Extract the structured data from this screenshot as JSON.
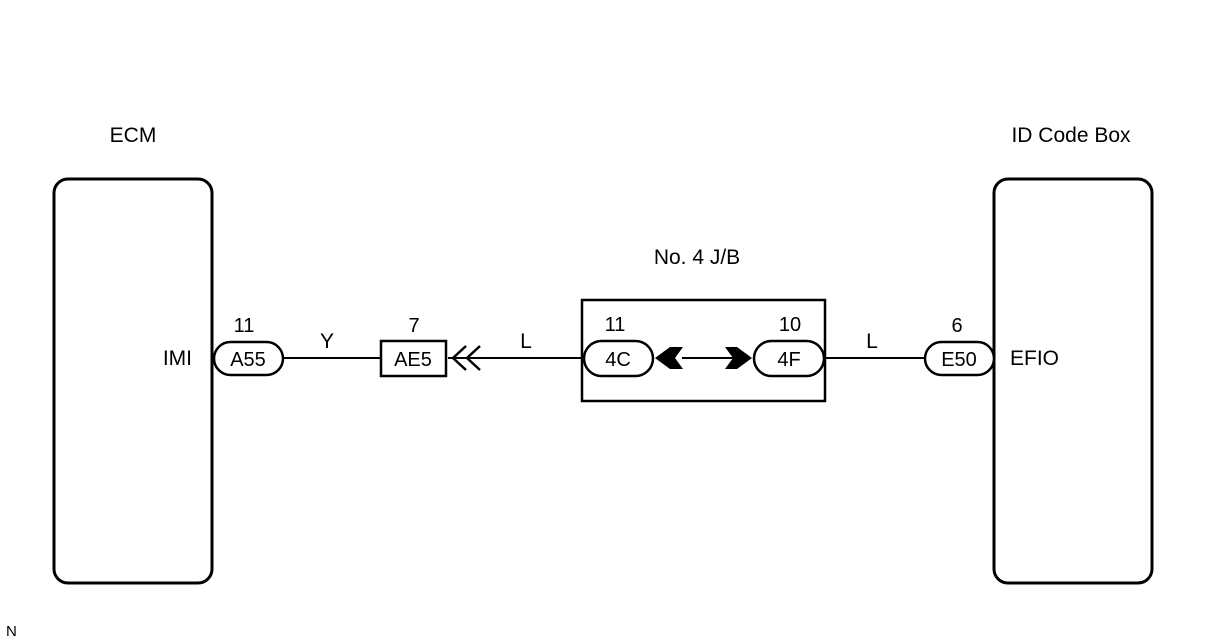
{
  "components": {
    "ecm": {
      "label": "ECM",
      "pin_name": "IMI"
    },
    "id_code_box": {
      "label": "ID Code Box",
      "pin_name": "EFIO"
    },
    "junction_block": {
      "label": "No. 4 J/B"
    }
  },
  "connectors": {
    "a55": {
      "code": "A55",
      "pin": "11"
    },
    "ae5": {
      "code": "AE5",
      "pin": "7"
    },
    "jb_4c": {
      "code": "4C",
      "pin": "11"
    },
    "jb_4f": {
      "code": "4F",
      "pin": "10"
    },
    "e50": {
      "code": "E50",
      "pin": "6"
    }
  },
  "wires": {
    "ecm_to_ae5": {
      "color_code": "Y"
    },
    "ae5_to_jb": {
      "color_code": "L"
    },
    "jb_to_idbox": {
      "color_code": "L"
    }
  },
  "corner_mark": "N",
  "colors": {
    "line": "#000000",
    "background": "#ffffff"
  }
}
